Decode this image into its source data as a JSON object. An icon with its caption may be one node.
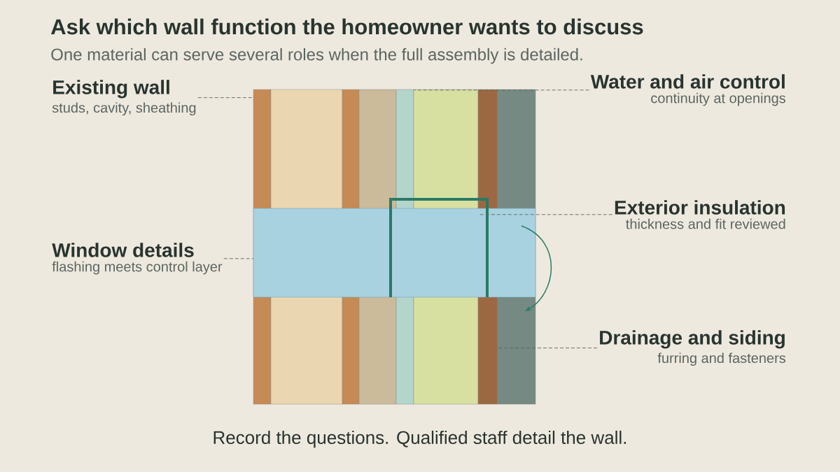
{
  "diagram": {
    "title": "Ask which wall function the homeowner wants to discuss",
    "caption": "Record the questions. Qualified staff detail the wall.",
    "nodes": [
      {
        "text": [
          "Existing wall",
          "studs, cavity, sheathing"
        ]
      },
      {
        "text": [
          "Water and air control",
          "continuity at openings"
        ]
      },
      {
        "text": [
          "Window details",
          "flashing meets control layer"
        ]
      },
      {
        "text": [
          "Exterior insulation",
          "thickness and fit reviewed"
        ]
      },
      {
        "text": [
          "Drainage and siding",
          "furring and fasteners"
        ]
      },
      {
        "text": [],
        "shape": "bar"
      },
      {
        "text": [],
        "shape": "bar"
      },
      {
        "text": [],
        "shape": "bar"
      },
      {
        "text": [],
        "shape": "bar"
      },
      {
        "text": [],
        "shape": "bar"
      },
      {
        "text": [],
        "shape": "bar"
      },
      {
        "text": [],
        "shape": "bar"
      },
      {
        "text": [],
        "shape": "bar"
      },
      {
        "text": [],
        "shape": "box"
      }
    ],
    "edges": [
      {
        "from": 0,
        "to": 5,
        "arrow": "none",
        "style": "dashed"
      },
      {
        "from": 1,
        "to": 9,
        "arrow": "none",
        "style": "dashed"
      },
      {
        "from": 2,
        "to": 13,
        "arrow": "none",
        "style": "dashed"
      },
      {
        "from": 3,
        "to": 10,
        "arrow": "none",
        "style": "dashed"
      },
      {
        "from": 4,
        "to": 11,
        "arrow": "none",
        "style": "dashed"
      }
    ],
    "labels": [
      "One material can serve several roles when the full assembly is detailed."
    ]
  }
}
